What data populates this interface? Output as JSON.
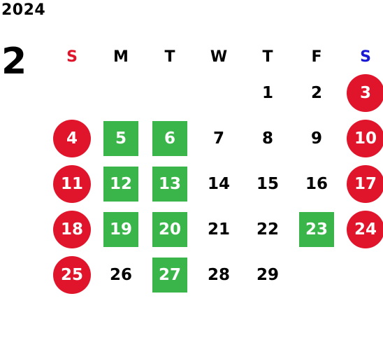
{
  "year": "2024",
  "month": "2",
  "colors": {
    "red": "#e0152b",
    "blue": "#1a1ad6",
    "green": "#3ab54a"
  },
  "weekdays": [
    {
      "label": "S",
      "color": "#e0152b"
    },
    {
      "label": "M",
      "color": "#000000"
    },
    {
      "label": "T",
      "color": "#000000"
    },
    {
      "label": "W",
      "color": "#000000"
    },
    {
      "label": "T",
      "color": "#000000"
    },
    {
      "label": "F",
      "color": "#000000"
    },
    {
      "label": "S",
      "color": "#1a1ad6"
    }
  ],
  "weeks": [
    [
      null,
      null,
      null,
      null,
      {
        "day": "1"
      },
      {
        "day": "2"
      },
      {
        "day": "3",
        "style": "red"
      }
    ],
    [
      {
        "day": "4",
        "style": "red"
      },
      {
        "day": "5",
        "style": "green"
      },
      {
        "day": "6",
        "style": "green"
      },
      {
        "day": "7"
      },
      {
        "day": "8"
      },
      {
        "day": "9"
      },
      {
        "day": "10",
        "style": "red"
      }
    ],
    [
      {
        "day": "11",
        "style": "red"
      },
      {
        "day": "12",
        "style": "green"
      },
      {
        "day": "13",
        "style": "green"
      },
      {
        "day": "14"
      },
      {
        "day": "15"
      },
      {
        "day": "16"
      },
      {
        "day": "17",
        "style": "red"
      }
    ],
    [
      {
        "day": "18",
        "style": "red"
      },
      {
        "day": "19",
        "style": "green"
      },
      {
        "day": "20",
        "style": "green"
      },
      {
        "day": "21"
      },
      {
        "day": "22"
      },
      {
        "day": "23",
        "style": "green"
      },
      {
        "day": "24",
        "style": "red"
      }
    ],
    [
      {
        "day": "25",
        "style": "red"
      },
      {
        "day": "26"
      },
      {
        "day": "27",
        "style": "green"
      },
      {
        "day": "28"
      },
      {
        "day": "29"
      },
      null,
      null
    ]
  ]
}
